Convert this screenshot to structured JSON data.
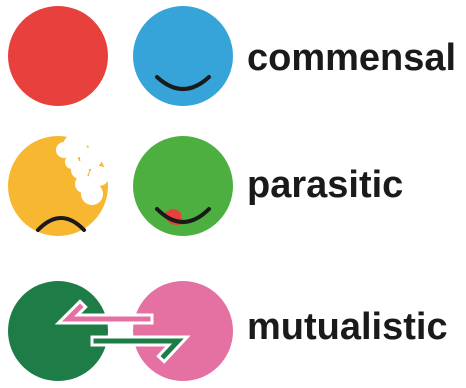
{
  "rows": [
    {
      "label": "commensal",
      "left_circle": {
        "color": "#e8403c",
        "face": "none"
      },
      "right_circle": {
        "color": "#36a3d9",
        "face": "smile"
      }
    },
    {
      "label": "parasitic",
      "left_circle": {
        "color": "#f7b731",
        "face": "frown-bitten"
      },
      "right_circle": {
        "color": "#4caf3f",
        "face": "smile-tongue"
      }
    },
    {
      "label": "mutualistic",
      "left_circle": {
        "color": "#1e7d46",
        "face": "none"
      },
      "right_circle": {
        "color": "#e571a3",
        "face": "none"
      },
      "connector": "exchange-arrows"
    }
  ],
  "colors": {
    "text": "#1a1a1a",
    "face_line": "#1a1a1a",
    "tongue": "#e8403c",
    "arrow_top": "#e571a3",
    "arrow_bottom": "#1e7d46"
  }
}
